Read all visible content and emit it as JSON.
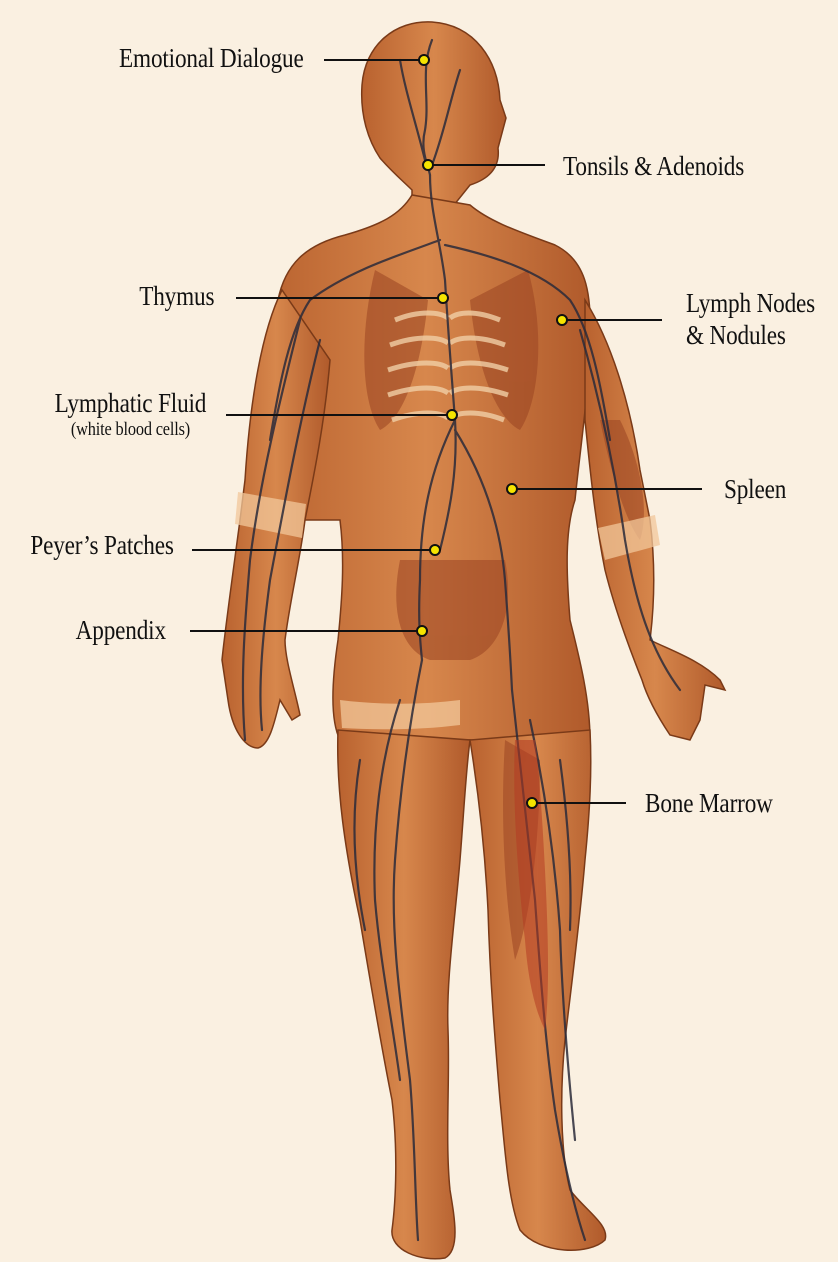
{
  "diagram": {
    "colors": {
      "background": "#faf0e1",
      "skin": "#c9743e",
      "skin_dark": "#8f3f1c",
      "skin_light": "#e3a066",
      "vessels": "#2b2b3a",
      "marker_fill": "#f5e400",
      "ink": "#111111"
    },
    "labels": {
      "emotional_dialogue": "Emotional Dialogue",
      "tonsils": "Tonsils & Adenoids",
      "thymus": "Thymus",
      "lymph_nodes_line1": "Lymph Nodes",
      "lymph_nodes_line2": "& Nodules",
      "lymphatic_fluid": "Lymphatic Fluid",
      "lymphatic_fluid_note": "(white blood cells)",
      "spleen": "Spleen",
      "peyers_patches": "Peyer’s Patches",
      "appendix": "Appendix",
      "bone_marrow": "Bone Marrow"
    }
  }
}
